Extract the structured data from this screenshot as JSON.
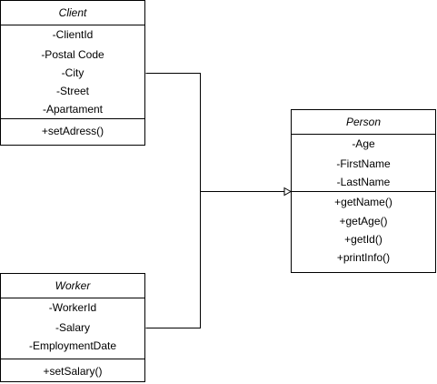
{
  "classes": {
    "client": {
      "name": "Client",
      "attributes": [
        "-ClientId",
        "-Postal Code",
        "-City",
        "-Street",
        "-Apartament"
      ],
      "methods": [
        "+setAdress()"
      ]
    },
    "worker": {
      "name": "Worker",
      "attributes": [
        "-WorkerId",
        "-Salary",
        "-EmploymentDate"
      ],
      "methods": [
        "+setSalary()"
      ]
    },
    "person": {
      "name": "Person",
      "attributes": [
        "-Age",
        "-FirstName",
        "-LastName"
      ],
      "methods": [
        "+getName()",
        "+getAge()",
        "+getId()",
        "+printInfo()"
      ]
    }
  },
  "relationships": [
    {
      "type": "generalization",
      "from": "Client",
      "to": "Person"
    },
    {
      "type": "generalization",
      "from": "Worker",
      "to": "Person"
    }
  ],
  "colors": {
    "stroke": "#000000",
    "fill": "#ffffff"
  }
}
